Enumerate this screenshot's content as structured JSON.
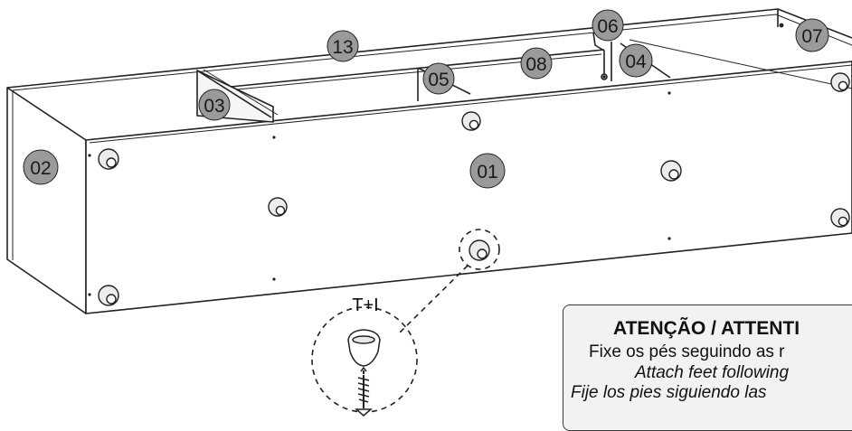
{
  "parts": {
    "p01": "01",
    "p02": "02",
    "p03": "03",
    "p04": "04",
    "p05": "05",
    "p06": "06",
    "p07": "07",
    "p08": "08",
    "p13": "13"
  },
  "hardware": {
    "foot_label": "T+I"
  },
  "note": {
    "title": "ATENÇÃO / ATTENTI",
    "line_pt": "Fixe os pés seguindo as r",
    "line_en": "Attach feet following",
    "line_es": "Fije los pies siguiendo las"
  },
  "colors": {
    "part_badge": "#9a9a9a",
    "line": "#222222",
    "note_background": "#f2f2f2"
  }
}
